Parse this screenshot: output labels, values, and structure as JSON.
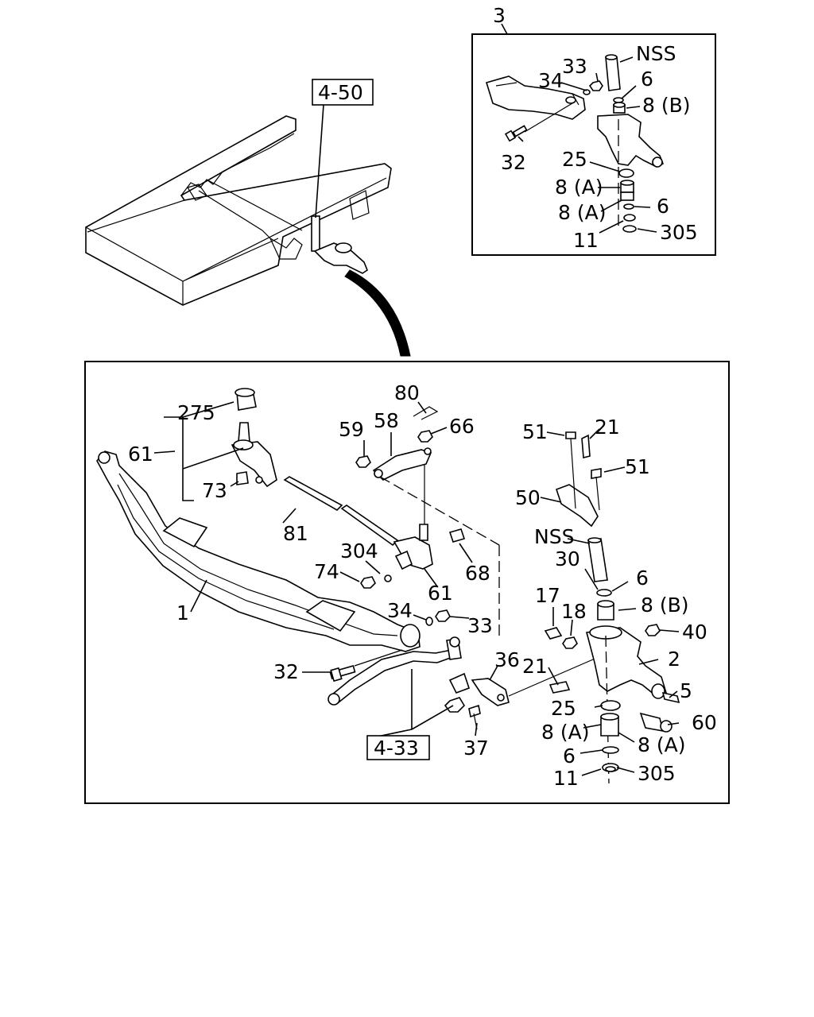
{
  "colors": {
    "ink": "#000000",
    "background": "#ffffff"
  },
  "inset": {
    "number": "3",
    "labels": {
      "nss": "NSS",
      "p33": "33",
      "p34": "34",
      "p6a": "6",
      "p8b": "8 (B)",
      "p32": "32",
      "p25": "25",
      "p8a1": "8 (A)",
      "p8a2": "8 (A)",
      "p6b": "6",
      "p11": "11",
      "p305": "305"
    }
  },
  "overview": {
    "ref_box": "4-50"
  },
  "main": {
    "ref_box": "4-33",
    "labels": {
      "p275": "275",
      "p61a": "61",
      "p73": "73",
      "p81": "81",
      "p1": "1",
      "p80": "80",
      "p59": "59",
      "p58": "58",
      "p66": "66",
      "p304": "304",
      "p74": "74",
      "p68": "68",
      "p61b": "61",
      "p34": "34",
      "p33": "33",
      "p32": "32",
      "p36": "36",
      "p21b": "21",
      "p37": "37",
      "p51a": "51",
      "p21a": "21",
      "p51b": "51",
      "p50": "50",
      "nss": "NSS",
      "p30": "30",
      "p6a": "6",
      "p17": "17",
      "p18": "18",
      "p8b": "8 (B)",
      "p40": "40",
      "p2": "2",
      "p5": "5",
      "p25": "25",
      "p60": "60",
      "p8a1": "8 (A)",
      "p8a2": "8 (A)",
      "p6b": "6",
      "p11": "11",
      "p305": "305"
    }
  }
}
